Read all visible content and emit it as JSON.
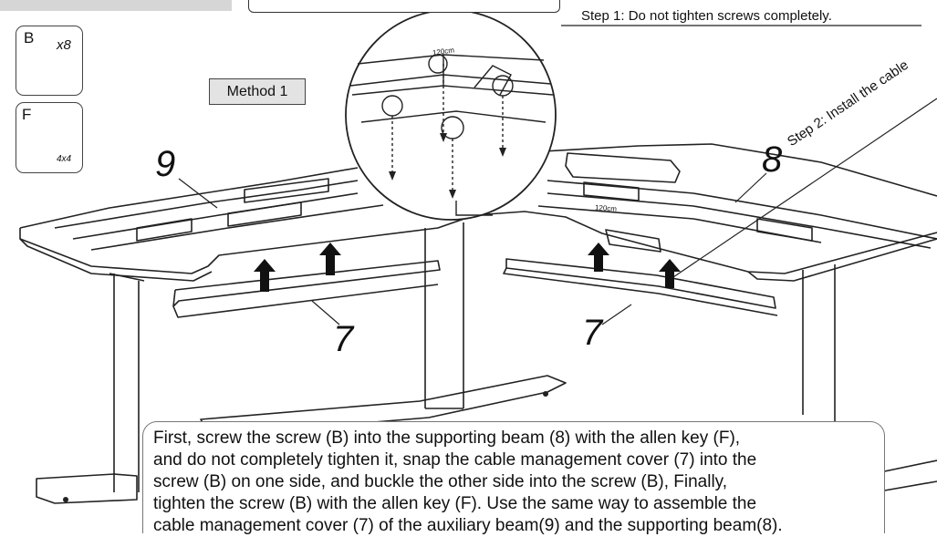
{
  "parts": [
    {
      "letter": "B",
      "quantity": "x8",
      "icon": "screw-icon"
    },
    {
      "letter": "F",
      "size": "4x4",
      "icon": "allen-key-icon"
    }
  ],
  "method_label": "Method 1",
  "step1_label": "Step 1: Do not tighten screws completely.",
  "step2_label": "Step 2: Install the cable",
  "magnifier_labels": [
    "120cm",
    "120cm"
  ],
  "part_numbers": {
    "left_beam": "9",
    "right_beam": "8",
    "left_cover": "7",
    "right_cover": "7"
  },
  "instruction_lines": [
    "First, screw the screw (B) into the supporting beam (8) with the allen key (F),",
    "and do not completely tighten it, snap the cable management cover (7) into the",
    "screw (B) on one side, and buckle the other side into the screw (B), Finally,",
    "tighten the screw (B) with the allen key (F). Use the same way to assemble the",
    "cable management cover (7) of the auxiliary beam(9) and the supporting beam(8)."
  ]
}
